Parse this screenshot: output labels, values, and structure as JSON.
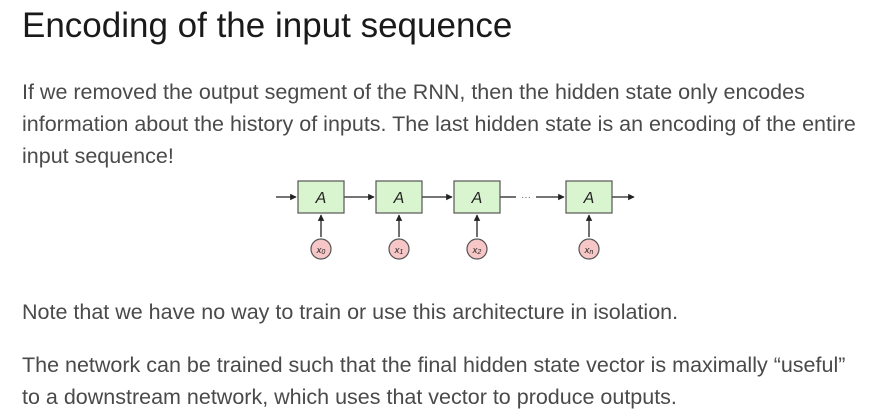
{
  "slide": {
    "title": "Encoding of the input sequence",
    "paragraph1": "If we removed the output segment of the RNN, then the hidden state only encodes information about the history of inputs. The last hidden state is an encoding of the entire input sequence!",
    "paragraph2": "Note that we have no way to train or use this architecture in isolation.",
    "paragraph3": "The network can be trained such that the final hidden state vector is maximally “useful” to a downstream network, which uses that vector to produce outputs."
  },
  "diagram": {
    "cells": [
      {
        "label": "A",
        "input": "x",
        "sub": "0"
      },
      {
        "label": "A",
        "input": "x",
        "sub": "1"
      },
      {
        "label": "A",
        "input": "x",
        "sub": "2"
      },
      {
        "label": "A",
        "input": "x",
        "sub": "n"
      }
    ],
    "ellipsis": "···",
    "colors": {
      "cell_fill": "#d9f5d0",
      "cell_stroke": "#555555",
      "input_fill": "#f7c6c6",
      "input_stroke": "#555555",
      "arrow": "#222222"
    }
  }
}
